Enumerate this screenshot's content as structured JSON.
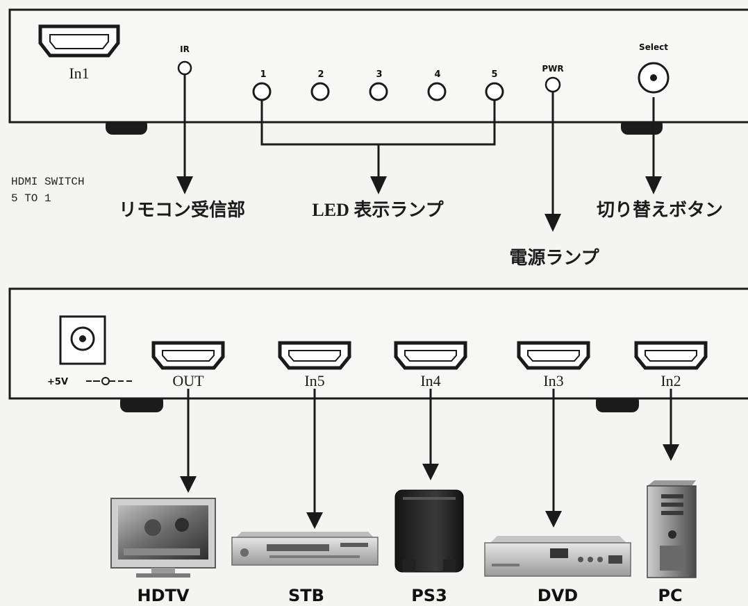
{
  "front_panel": {
    "hdmi_port_label": "In1",
    "ir_label": "IR",
    "led_numbers": [
      "1",
      "2",
      "3",
      "4",
      "5"
    ],
    "pwr_label": "PWR",
    "select_label": "Select",
    "model_line_1": "HDMI SWITCH",
    "model_line_2": "5 TO 1",
    "callouts": {
      "remote_receiver": "リモコン受信部",
      "led_lamps": "LED 表示ランプ",
      "power_lamp": "電源ランプ",
      "select_button": "切り替えボタン"
    }
  },
  "rear_panel": {
    "power_label": "+5V",
    "ports": [
      "OUT",
      "In5",
      "In4",
      "In3",
      "In2"
    ]
  },
  "devices": [
    {
      "label": "HDTV",
      "icon": "tv-icon"
    },
    {
      "label": "STB",
      "icon": "set-top-box-icon"
    },
    {
      "label": "PS3",
      "icon": "game-console-icon"
    },
    {
      "label": "DVD",
      "icon": "dvd-player-icon"
    },
    {
      "label": "PC",
      "icon": "pc-tower-icon"
    }
  ],
  "colors": {
    "background": "#f4f4f2",
    "line": "#1a1a1a",
    "panel": "#f7f7f5"
  }
}
